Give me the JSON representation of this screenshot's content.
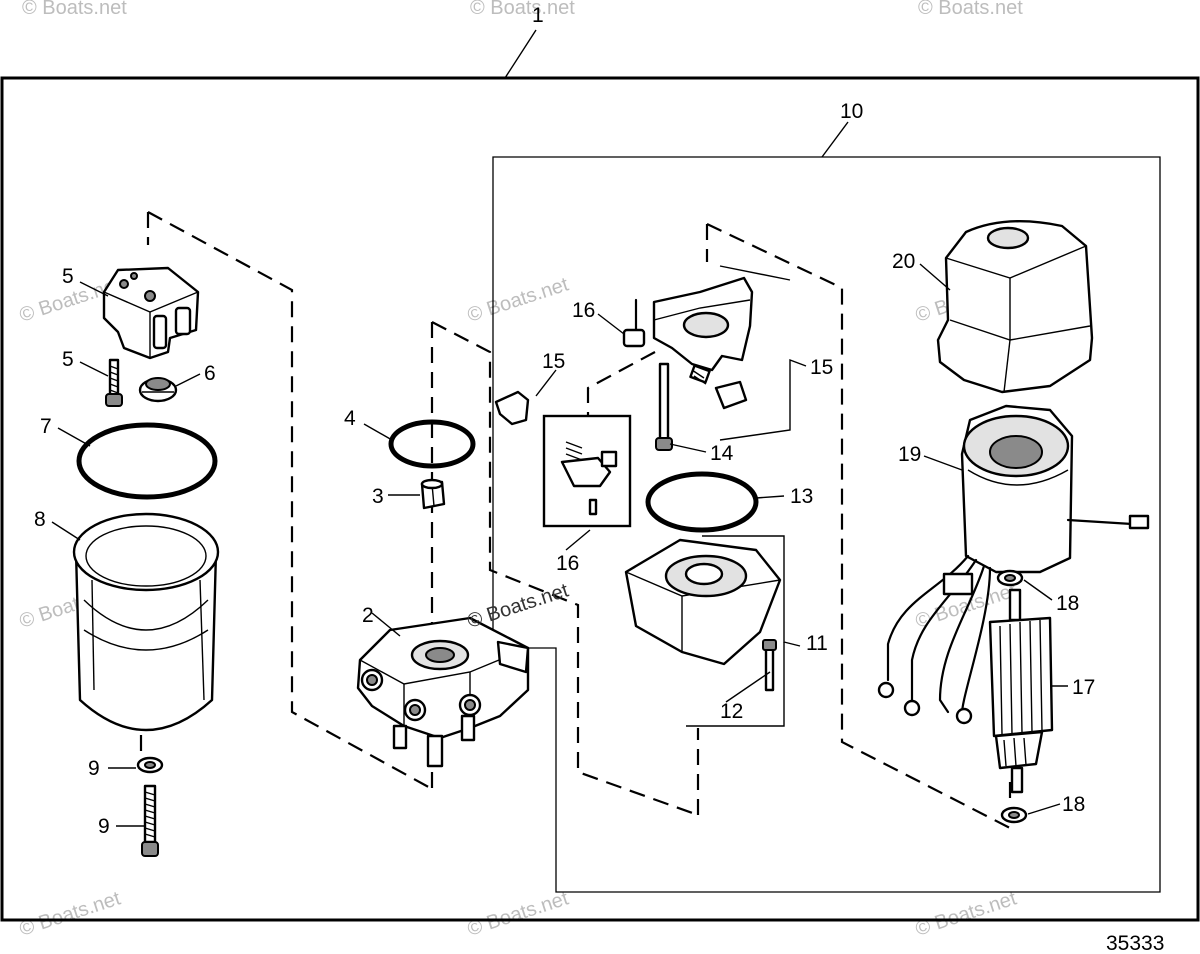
{
  "diagram": {
    "figure_number": "35333",
    "watermark": "© Boats.net",
    "callouts": {
      "c1": "1",
      "c2": "2",
      "c3": "3",
      "c4": "4",
      "c5a": "5",
      "c5b": "5",
      "c6": "6",
      "c7": "7",
      "c8": "8",
      "c9a": "9",
      "c9b": "9",
      "c10": "10",
      "c11": "11",
      "c12": "12",
      "c13": "13",
      "c14": "14",
      "c15a": "15",
      "c15b": "15",
      "c16a": "16",
      "c16b": "16",
      "c17": "17",
      "c18a": "18",
      "c18b": "18",
      "c19": "19",
      "c20": "20"
    }
  }
}
